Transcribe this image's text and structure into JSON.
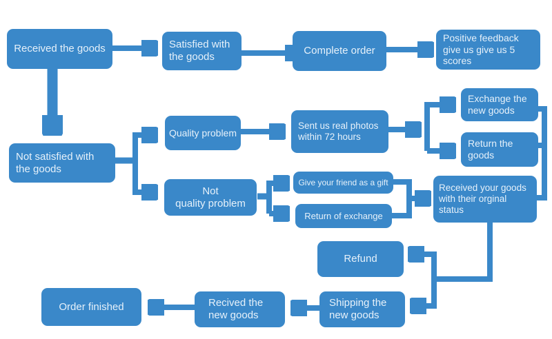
{
  "colors": {
    "node_fill": "#3a88c9",
    "node_text": "#e6f1fa",
    "connector_color": "#3a88c9",
    "canvas_bg": "#ffffff"
  },
  "nodes": {
    "received_goods": {
      "lines": [
        "Received the goods"
      ]
    },
    "satisfied": {
      "lines": [
        "Satisfied with",
        "the goods"
      ]
    },
    "complete_order": {
      "lines": [
        "Complete order"
      ]
    },
    "positive_feedback": {
      "lines": [
        "Positive feedback",
        "give us give us 5",
        "scores"
      ]
    },
    "not_satisfied": {
      "lines": [
        "Not satisfied with",
        "the goods"
      ]
    },
    "quality_problem": {
      "lines": [
        "Quality problem"
      ]
    },
    "not_quality_problem": {
      "lines": [
        "Not",
        "quality problem"
      ]
    },
    "sent_photos": {
      "lines": [
        "Sent us real photos",
        "within 72 hours"
      ]
    },
    "exchange_new": {
      "lines": [
        "Exchange the",
        "new goods"
      ]
    },
    "return_goods": {
      "lines": [
        "Return the",
        "goods"
      ]
    },
    "gift": {
      "lines": [
        "Give your friend as a gift"
      ]
    },
    "return_of_exchange": {
      "lines": [
        "Return of exchange"
      ]
    },
    "received_original": {
      "lines": [
        "Received your goods",
        "with their orginal",
        "status"
      ]
    },
    "refund": {
      "lines": [
        "Refund"
      ]
    },
    "shipping_new": {
      "lines": [
        "Shipping the",
        "new goods"
      ]
    },
    "recived_new": {
      "lines": [
        "Recived the",
        "new goods"
      ]
    },
    "order_finished": {
      "lines": [
        "Order finished"
      ]
    }
  },
  "edges": [
    {
      "from": "received_goods",
      "to": "satisfied"
    },
    {
      "from": "satisfied",
      "to": "complete_order"
    },
    {
      "from": "complete_order",
      "to": "positive_feedback"
    },
    {
      "from": "received_goods",
      "to": "not_satisfied"
    },
    {
      "from": "not_satisfied",
      "to": "quality_problem"
    },
    {
      "from": "not_satisfied",
      "to": "not_quality_problem"
    },
    {
      "from": "quality_problem",
      "to": "sent_photos"
    },
    {
      "from": "sent_photos",
      "to": "exchange_new"
    },
    {
      "from": "sent_photos",
      "to": "return_goods"
    },
    {
      "from": "not_quality_problem",
      "to": "gift"
    },
    {
      "from": "not_quality_problem",
      "to": "return_of_exchange"
    },
    {
      "from": "gift",
      "to": "received_original"
    },
    {
      "from": "return_of_exchange",
      "to": "received_original"
    },
    {
      "from": "exchange_new",
      "to": "received_original"
    },
    {
      "from": "return_goods",
      "to": "received_original"
    },
    {
      "from": "received_original",
      "to": "refund"
    },
    {
      "from": "received_original",
      "to": "shipping_new"
    },
    {
      "from": "shipping_new",
      "to": "recived_new"
    },
    {
      "from": "recived_new",
      "to": "order_finished"
    }
  ]
}
